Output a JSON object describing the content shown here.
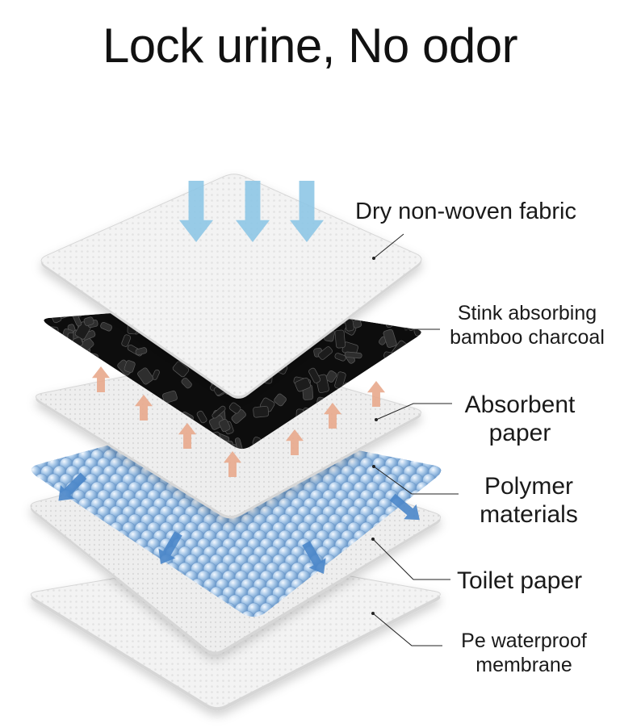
{
  "title": "Lock urine, No odor",
  "layers": [
    {
      "id": "dry-fabric",
      "lines": [
        "Dry non-woven fabric"
      ]
    },
    {
      "id": "charcoal",
      "lines": [
        "Stink absorbing",
        "bamboo charcoal"
      ]
    },
    {
      "id": "absorbent",
      "lines": [
        "Absorbent",
        "paper"
      ]
    },
    {
      "id": "polymer",
      "lines": [
        "Polymer",
        "materials"
      ]
    },
    {
      "id": "toilet",
      "lines": [
        "Toilet paper"
      ]
    },
    {
      "id": "pe",
      "lines": [
        "Pe waterproof",
        "membrane"
      ]
    }
  ],
  "colors": {
    "text": "#1a1a1a",
    "sheet": "#f2f2f2",
    "sheet_edge": "#d6d6d6",
    "charcoal": "#111111",
    "bead": "#a8c8e8",
    "bead_dark": "#5d8fc4",
    "arrow_down": "#8ec7e6",
    "arrow_up": "#e8a88c",
    "arrow_out": "#4a86c9"
  },
  "icons": {
    "down": "arrow-down-icon",
    "up": "arrow-up-icon",
    "out": "arrow-outward-icon"
  }
}
